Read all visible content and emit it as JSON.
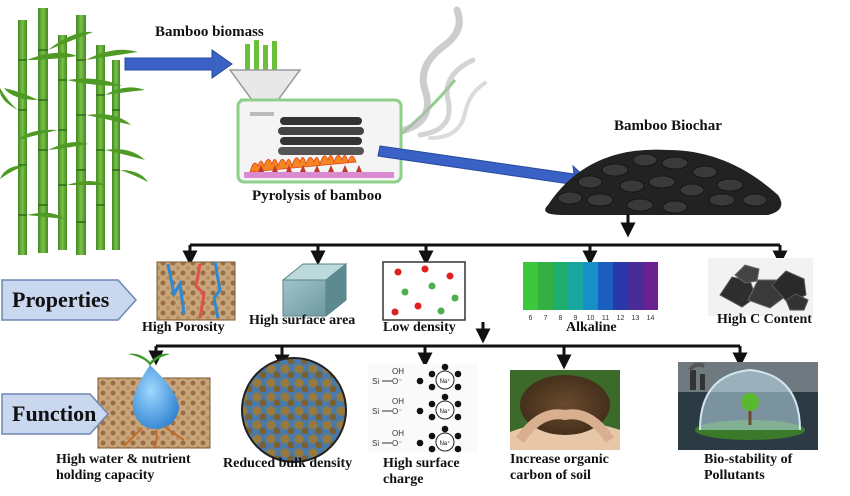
{
  "labels": {
    "biomass": "Bamboo biomass",
    "pyrolysis": "Pyrolysis of bamboo",
    "biochar": "Bamboo Biochar",
    "properties": "Properties",
    "function": "Function"
  },
  "properties": [
    {
      "label": "High Porosity"
    },
    {
      "label": "High surface area"
    },
    {
      "label": "Low density"
    },
    {
      "label": "Alkaline"
    },
    {
      "label": "High C Content"
    }
  ],
  "functions": [
    {
      "label": "High water & nutrient holding capacity"
    },
    {
      "label": "Reduced bulk density"
    },
    {
      "label": "High surface charge"
    },
    {
      "label": "Increase organic carbon of soil"
    },
    {
      "label": "Bio-stability of Pollutants"
    }
  ],
  "ph_scale": [
    "6",
    "7",
    "8",
    "9",
    "10",
    "11",
    "12",
    "13",
    "14"
  ],
  "surface_charge": {
    "si": "Si",
    "oh": "OH",
    "o": "O",
    "na": "Na"
  },
  "colors": {
    "arrow_blue": "#3a62c6",
    "tag_fill": "#c9d7ef",
    "tag_stroke": "#6f87b4",
    "bamboo_green": "#5aa02c",
    "char": "#2a2a2a",
    "flame": "#f5861f"
  }
}
